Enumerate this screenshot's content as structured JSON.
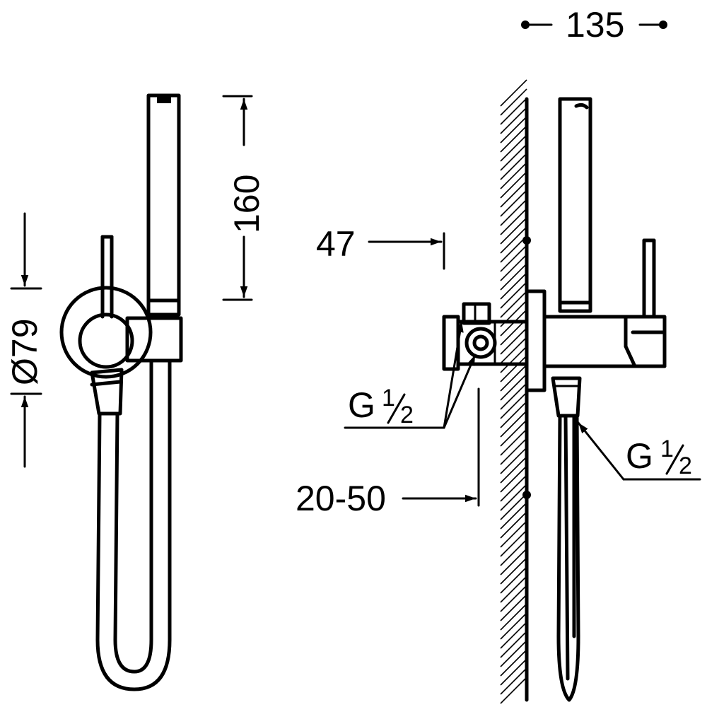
{
  "dimensions": {
    "width_135": "135",
    "height_160": "160",
    "diameter_79": "Ø79",
    "depth_47": "47",
    "range_20_50": "20-50"
  },
  "thread_callouts": {
    "thread_left_prefix": "G",
    "thread_left_num": "1",
    "thread_left_den": "2",
    "thread_right_prefix": "G",
    "thread_right_num": "1",
    "thread_right_den": "2"
  },
  "colors": {
    "line": "#000000",
    "background": "#ffffff"
  }
}
